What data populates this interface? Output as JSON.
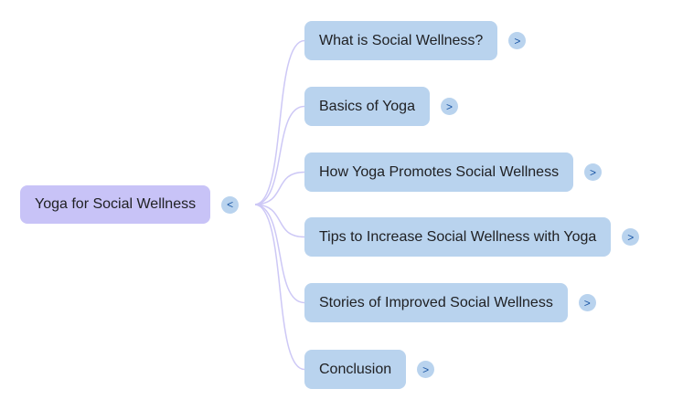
{
  "root": {
    "label": "Yoga for Social Wellness",
    "collapse_glyph": "<"
  },
  "children": [
    {
      "label": "What is Social Wellness?",
      "expand_glyph": ">"
    },
    {
      "label": "Basics of Yoga",
      "expand_glyph": ">"
    },
    {
      "label": "How Yoga Promotes Social Wellness",
      "expand_glyph": ">"
    },
    {
      "label": "Tips to Increase Social Wellness with Yoga",
      "expand_glyph": ">"
    },
    {
      "label": "Stories of Improved Social Wellness",
      "expand_glyph": ">"
    },
    {
      "label": "Conclusion",
      "expand_glyph": ">"
    }
  ],
  "colors": {
    "root_node_bg": "#c8c3f7",
    "child_node_bg": "#b9d3ee",
    "toggle_bg": "#b9d3ee",
    "toggle_fg": "#1a56a5",
    "connector": "#cdc8f6",
    "text": "#202124",
    "background": "#ffffff"
  }
}
